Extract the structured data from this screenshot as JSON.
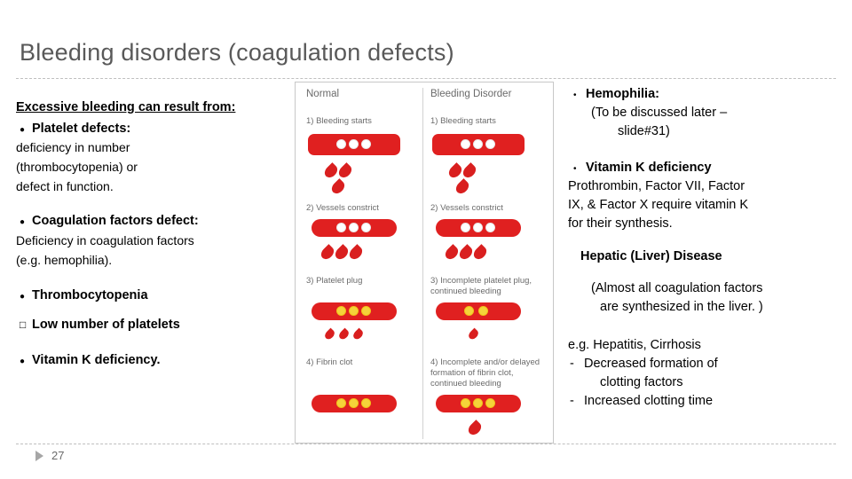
{
  "slide": {
    "title": "Bleeding disorders (coagulation defects)",
    "page_number": "27"
  },
  "left": {
    "lead": "Excessive bleeding can result from:",
    "items": [
      {
        "marker": "•",
        "strong": "Platelet defects:"
      },
      {
        "text": "deficiency in number"
      },
      {
        "text": "(thrombocytopenia) or"
      },
      {
        "text": "defect in function."
      },
      {
        "marker": "•",
        "strong": "Coagulation factors defect:"
      },
      {
        "text": "Deficiency in coagulation factors"
      },
      {
        "text": " (e.g. hemophilia)."
      },
      {
        "marker": "•",
        "strong": "Thrombocytopenia"
      },
      {
        "marker": "□",
        "strong2": "Low number of platelets"
      },
      {
        "marker": "•",
        "strong": "Vitamin K deficiency."
      }
    ],
    "item_platelet": "Platelet defects:",
    "item_line1": "deficiency in number",
    "item_line2": "(thrombocytopenia) or",
    "item_line3": "defect in function.",
    "item_coag": "Coagulation factors defect:",
    "item_line4": "Deficiency in coagulation factors",
    "item_line5": " (e.g. hemophilia).",
    "item_thrombo": "Thrombocytopenia",
    "item_lowplate": "Low number of platelets",
    "item_vitk": "Vitamin K deficiency."
  },
  "figure": {
    "col1_header": "Normal",
    "col2_header": "Bleeding Disorder",
    "steps": {
      "n1": "1) Bleeding starts",
      "b1": "1) Bleeding starts",
      "n2": "2) Vessels constrict",
      "b2": "2) Vessels constrict",
      "n3": "3) Platelet plug",
      "b3": "3) Incomplete platelet plug, continued bleeding",
      "n4": "4) Fibrin clot",
      "b4": "4) Incomplete and/or delayed formation of fibrin clot, continued bleeding"
    }
  },
  "right": {
    "hemophilia_marker": "•",
    "hemophilia_label": "Hemophilia:",
    "hemophilia_note1": "(To be discussed later –",
    "hemophilia_note2": "slide#31)",
    "vitk_marker": "•",
    "vitk_label": "Vitamin K deficiency",
    "vitk_body1": "Prothrombin, Factor VII, Factor",
    "vitk_body2": "IX, & Factor X require vitamin K",
    "vitk_body3": "for their synthesis.",
    "hepatic_head": "Hepatic (Liver) Disease",
    "hepatic_note1": "(Almost all coagulation factors",
    "hepatic_note2": "are synthesized in the liver. )",
    "eg_line": "e.g. Hepatitis, Cirrhosis",
    "dash1": "-",
    "dash1_text": "Decreased formation of",
    "dash1_text2": "clotting factors",
    "dash2": "-",
    "dash2_text": "Increased clotting time"
  },
  "colors": {
    "title": "#595959",
    "vessel_red": "#e02020",
    "drop_red": "#d91f1f",
    "platelet_yellow": "#f5d33a",
    "rule": "#bfbfbf"
  }
}
